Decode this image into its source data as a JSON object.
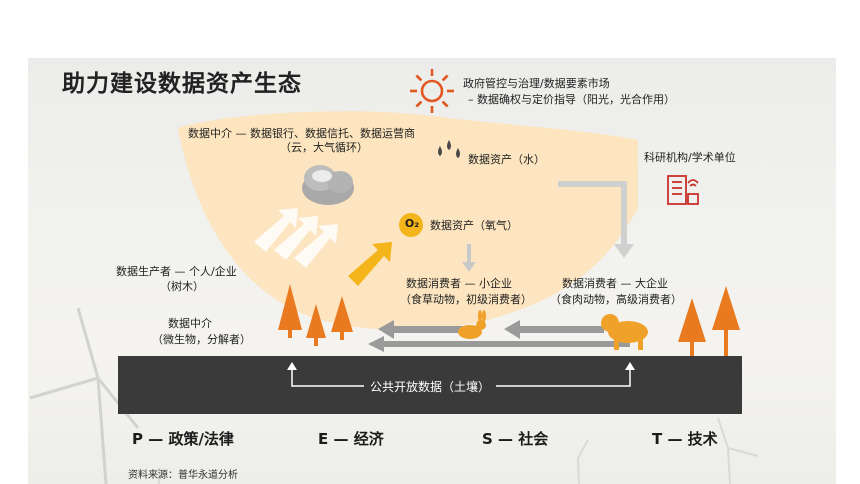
{
  "title": "助力建设数据资产生态",
  "government": {
    "line1": "政府管控与治理/数据要素市场",
    "line2": "– 数据确权与定价指导（阳光，光合作用）"
  },
  "intermediary_top": {
    "line1": "数据中介 — 数据银行、数据信托、数据运营商",
    "line2": "（云，大气循环）"
  },
  "asset_water": "数据资产（水）",
  "asset_oxygen": "数据资产（氧气）",
  "o2_symbol": "O₂",
  "research": "科研机构/学术单位",
  "producer": {
    "line1": "数据生产者 — 个人/企业",
    "line2": "（树木）"
  },
  "consumer_small": {
    "line1": "数据消费者 — 小企业",
    "line2": "（食草动物，初级消费者）"
  },
  "consumer_large": {
    "line1": "数据消费者 — 大企业",
    "line2": "（食肉动物，高级消费者）"
  },
  "intermediary_bottom": {
    "line1": "数据中介",
    "line2": "（微生物，分解者）"
  },
  "soil_label": "公共开放数据（土壤）",
  "pest": {
    "p": "P — 政策/法律",
    "e": "E — 经济",
    "s": "S — 社会",
    "t": "T — 技术"
  },
  "source": "资料来源：普华永道分析",
  "colors": {
    "accent_orange": "#e5661c",
    "sun_orange": "#e2571f",
    "tree_orange": "#ea7a1f",
    "red_icon": "#c7322b",
    "gold_arrow": "#f4b51a",
    "soil_dark": "#3a3a3a",
    "arrow_gray": "#8a8a8a",
    "cloud_pale": "#fde3ba"
  },
  "icons": [
    "sun-icon",
    "cloud-icon",
    "water-drops-icon",
    "o2-icon",
    "building-icon",
    "rabbit-icon",
    "bear-icon",
    "microbe-icon",
    "tree-icon",
    "arrow-icon"
  ]
}
